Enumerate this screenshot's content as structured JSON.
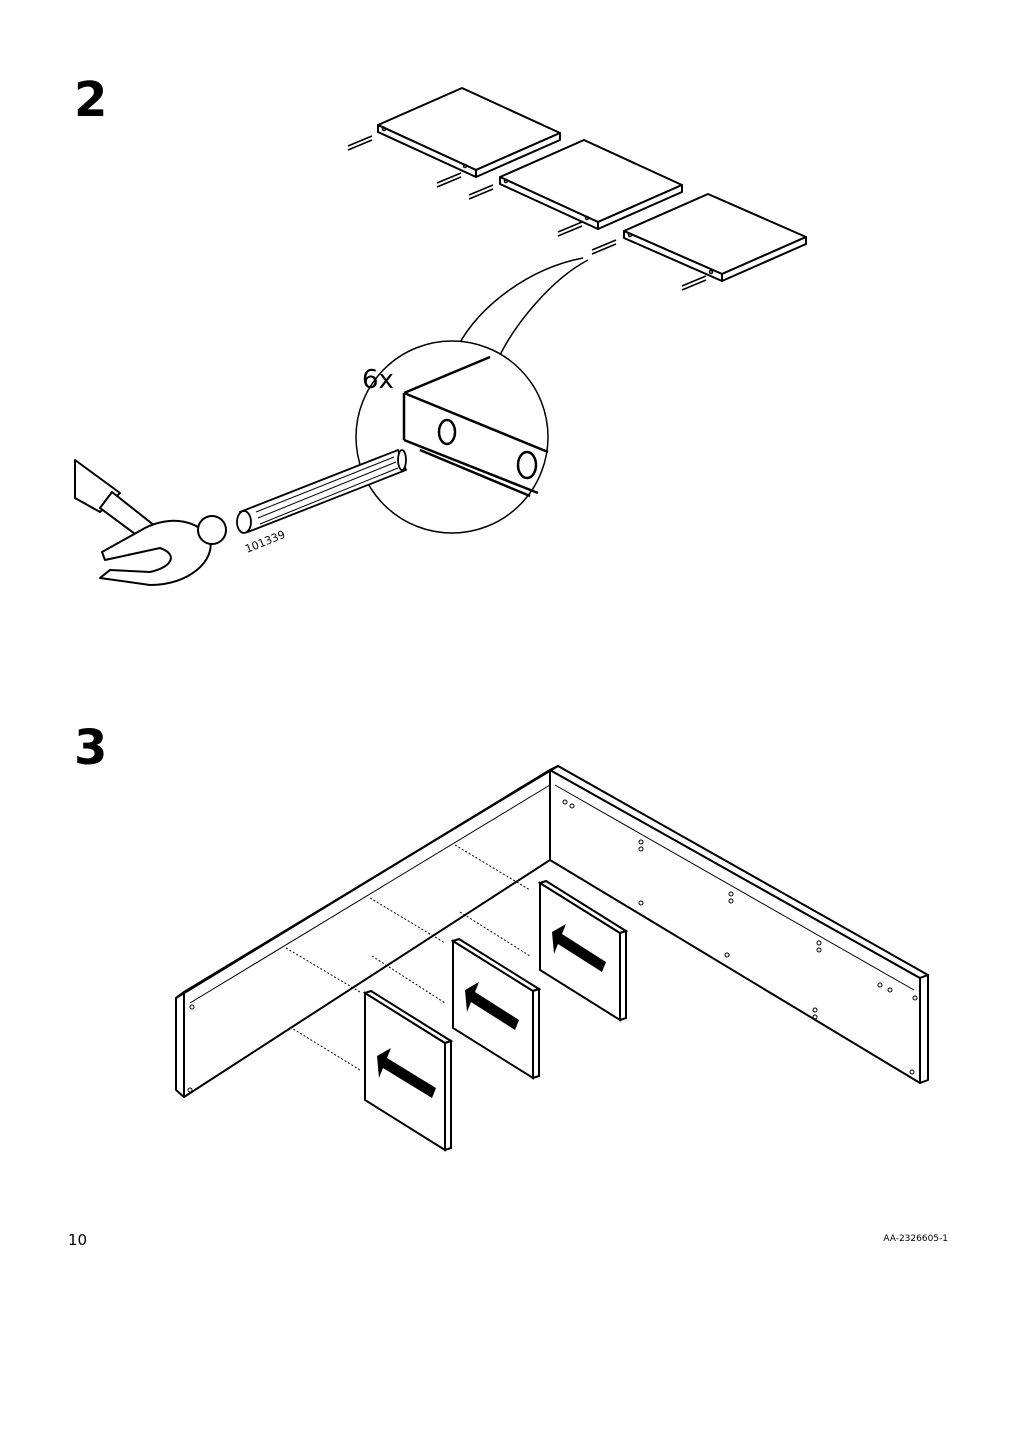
{
  "steps": [
    {
      "number": "2",
      "quantity": "6x",
      "part_number": "101339"
    },
    {
      "number": "3"
    }
  ],
  "footer": {
    "page_number": "10",
    "document_code": "AA-2326605-1"
  },
  "icons": [
    "hammer-icon",
    "wooden-dowel-icon",
    "arrow-icon"
  ]
}
